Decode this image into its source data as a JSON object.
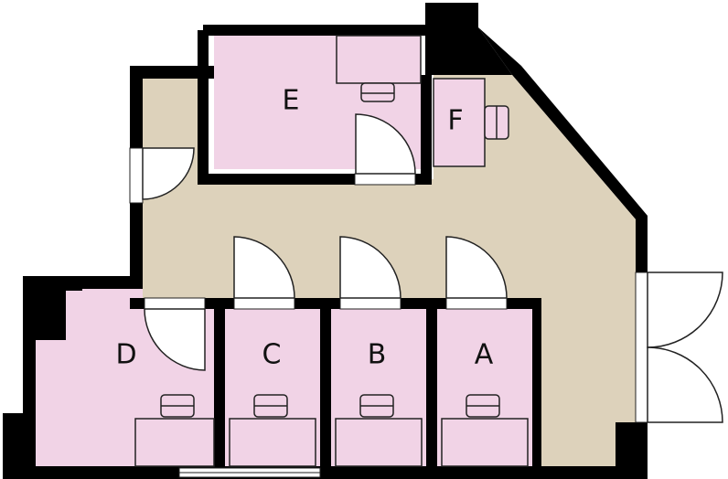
{
  "rooms": {
    "a": {
      "label": "A"
    },
    "b": {
      "label": "B"
    },
    "c": {
      "label": "C"
    },
    "d": {
      "label": "D"
    },
    "e": {
      "label": "E"
    },
    "f": {
      "label": "F"
    }
  },
  "colors": {
    "wall": "#000000",
    "corridor": "#ddd2bb",
    "room": "#f1d3e6",
    "outline": "#222222",
    "background": "#ffffff"
  }
}
